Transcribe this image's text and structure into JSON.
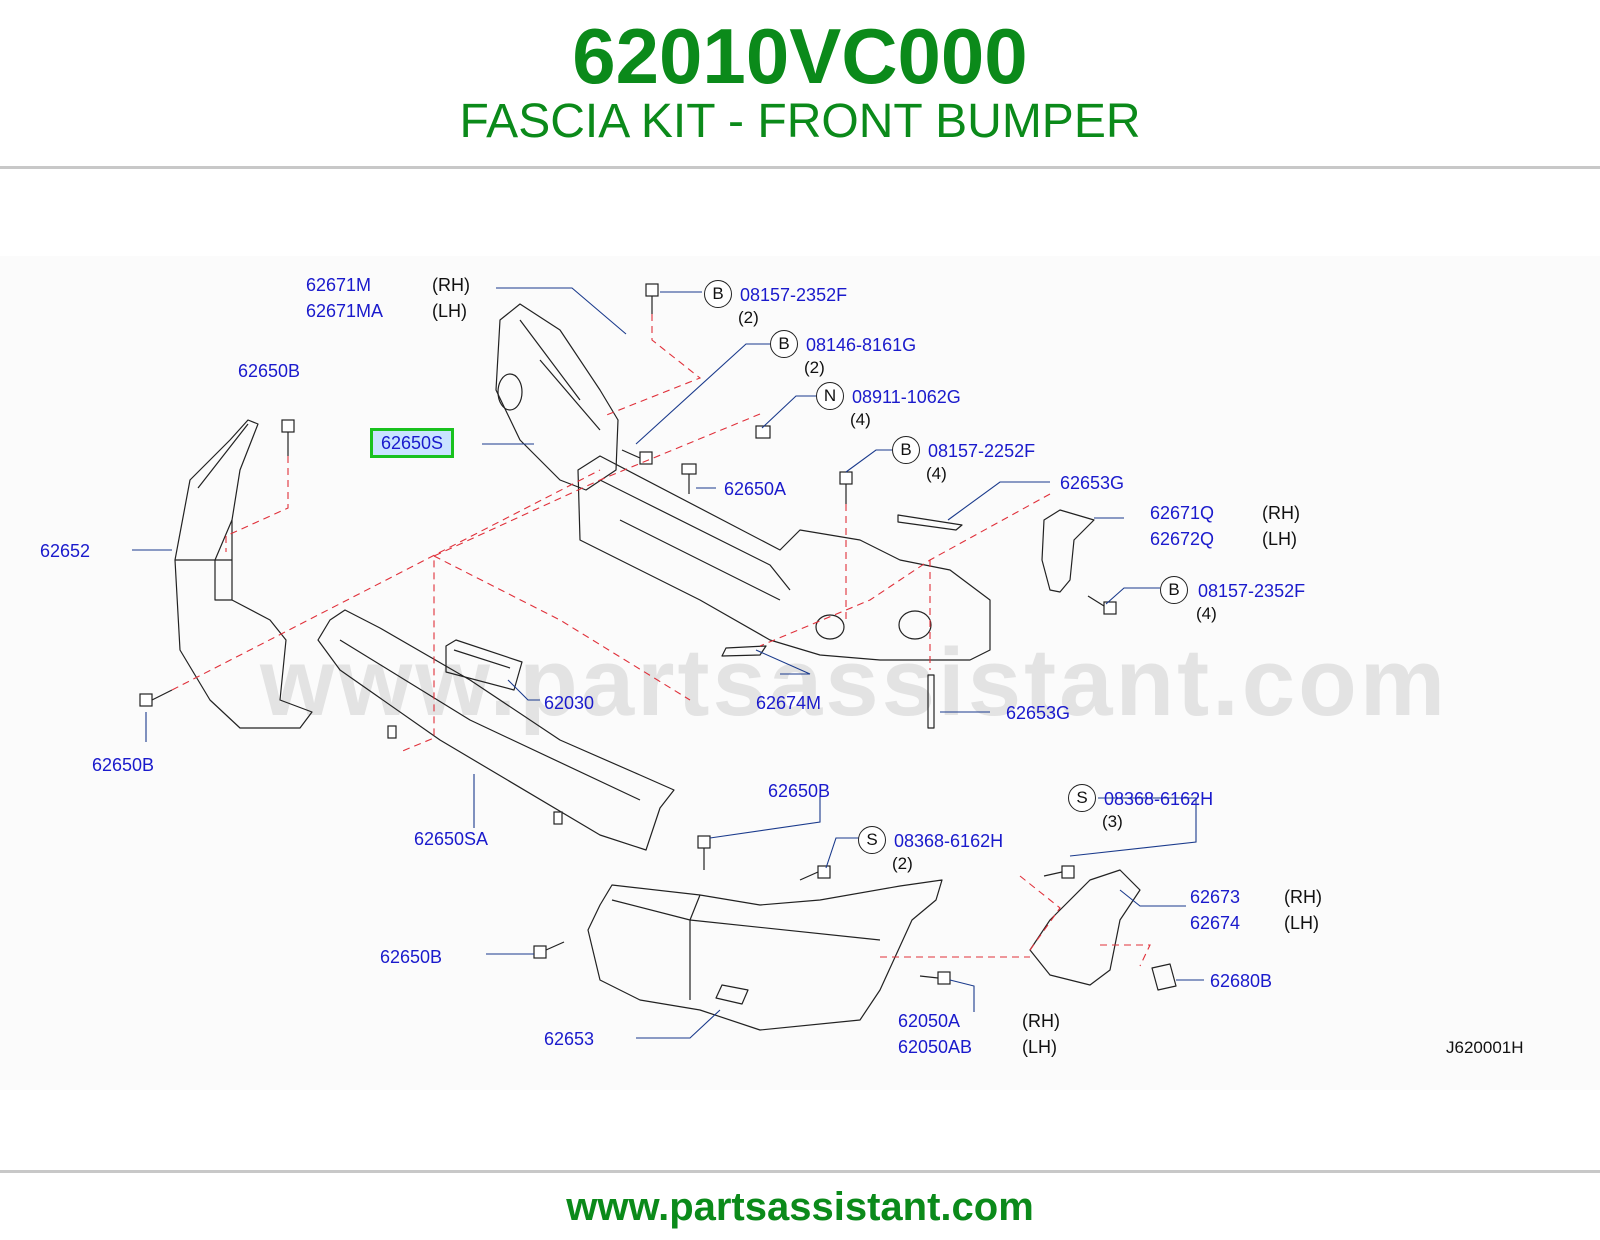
{
  "header": {
    "part_number": "62010VC000",
    "title": "FASCIA KIT - FRONT BUMPER"
  },
  "footer": {
    "url": "www.partsassistant.com"
  },
  "watermark": "www.partsassistant.com",
  "reference_code": "J620001H",
  "highlighted_part": "62650S",
  "colors": {
    "brand_green": "#0b8a1a",
    "label_blue": "#1a1acc",
    "highlight_border": "#19c21e",
    "highlight_fill": "#c9e3ff",
    "guide_red": "#e0303a"
  },
  "labels": {
    "p62671M": "62671M",
    "p62671MA": "62671MA",
    "p62650B_top": "62650B",
    "p62652": "62652",
    "p62650B_left": "62650B",
    "p62650A": "62650A",
    "p62653G_top": "62653G",
    "p62671Q": "62671Q",
    "p62672Q": "62672Q",
    "p62030": "62030",
    "p62674M": "62674M",
    "p62653G_mid": "62653G",
    "p62650SA": "62650SA",
    "p62650B_mid": "62650B",
    "p62673": "62673",
    "p62674": "62674",
    "p62650B_low": "62650B",
    "p62680B": "62680B",
    "p62653": "62653",
    "p62050A": "62050A",
    "p62050AB": "62050AB"
  },
  "sides": {
    "rh1": "(RH)",
    "lh1": "(LH)",
    "rh2": "(RH)",
    "lh2": "(LH)",
    "rh3": "(RH)",
    "lh3": "(LH)",
    "rh4": "(RH)",
    "lh4": "(LH)"
  },
  "fasteners": [
    {
      "badge": "B",
      "part": "08157-2352F",
      "qty": "(2)"
    },
    {
      "badge": "B",
      "part": "08146-8161G",
      "qty": "(2)"
    },
    {
      "badge": "N",
      "part": "08911-1062G",
      "qty": "(4)"
    },
    {
      "badge": "B",
      "part": "08157-2252F",
      "qty": "(4)"
    },
    {
      "badge": "B",
      "part": "08157-2352F",
      "qty": "(4)"
    },
    {
      "badge": "S",
      "part": "08368-6162H",
      "qty": "(3)"
    },
    {
      "badge": "S",
      "part": "08368-6162H",
      "qty": "(2)"
    }
  ]
}
